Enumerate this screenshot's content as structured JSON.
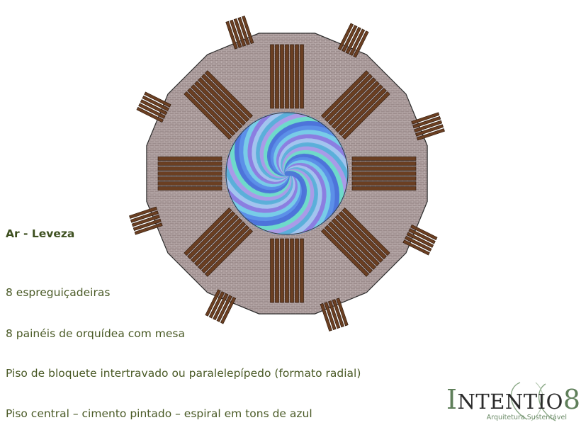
{
  "title": "Ar - Leveza",
  "items": [
    "8 espreguiçadeiras",
    "8 painéis de orquídea com mesa",
    "Piso de bloquete intertravado ou paralelepípedo (formato radial)",
    "Piso central – cimento pintado – espiral em tons de azul"
  ],
  "logo": {
    "initial": "I",
    "rest": "NTENTIO",
    "trail": "8",
    "subtitle": "Arquitetura Sustentável"
  },
  "colors": {
    "paving": "#9c8c8c",
    "wood": "#6b3f22",
    "text": "#4a5a26",
    "logo_accent": "#5f7f5a"
  },
  "spiral_colors": [
    "#5b8ee8",
    "#7ad0e8",
    "#8f7ae0",
    "#a8c8f0",
    "#5ab0d8",
    "#b09ae8",
    "#6fe0c8",
    "#4a6fd8"
  ]
}
